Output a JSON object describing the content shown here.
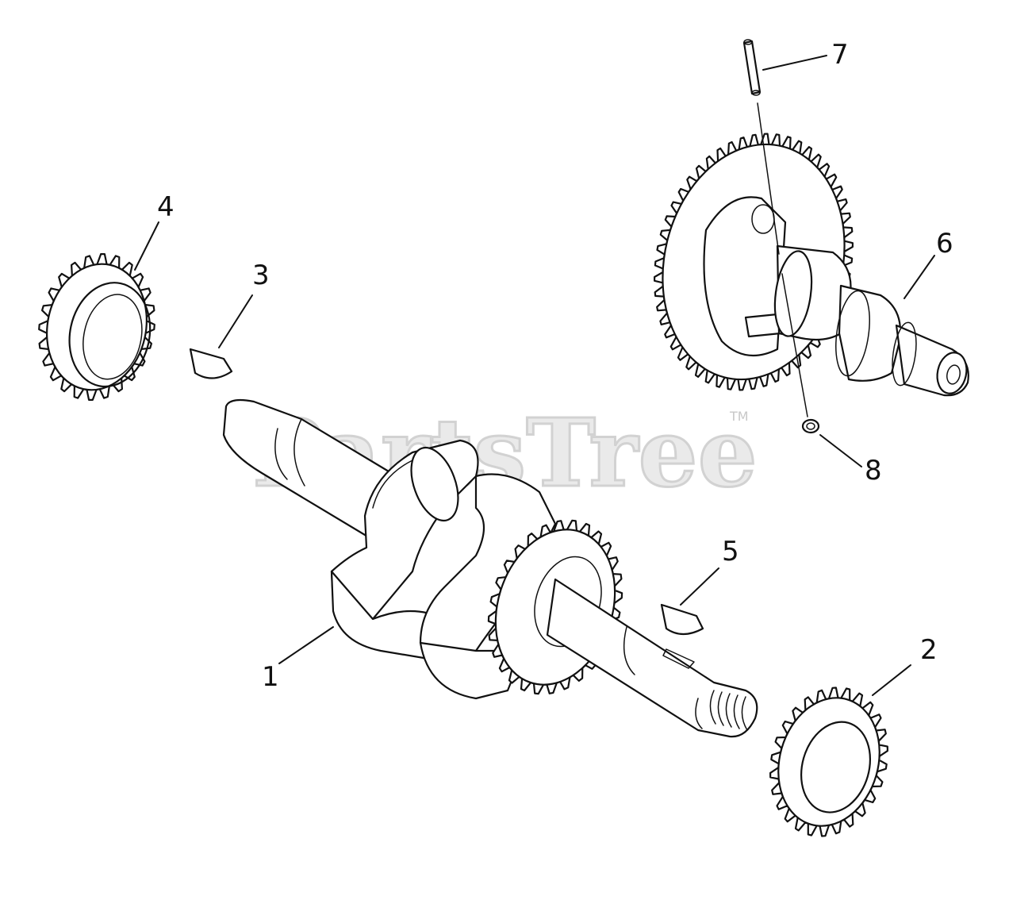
{
  "watermark": {
    "text": "PartsTree",
    "trademark": "TM"
  },
  "labels": {
    "p1": "1",
    "p2": "2",
    "p3": "3",
    "p4": "4",
    "p5": "5",
    "p6": "6",
    "p7": "7",
    "p8": "8"
  }
}
